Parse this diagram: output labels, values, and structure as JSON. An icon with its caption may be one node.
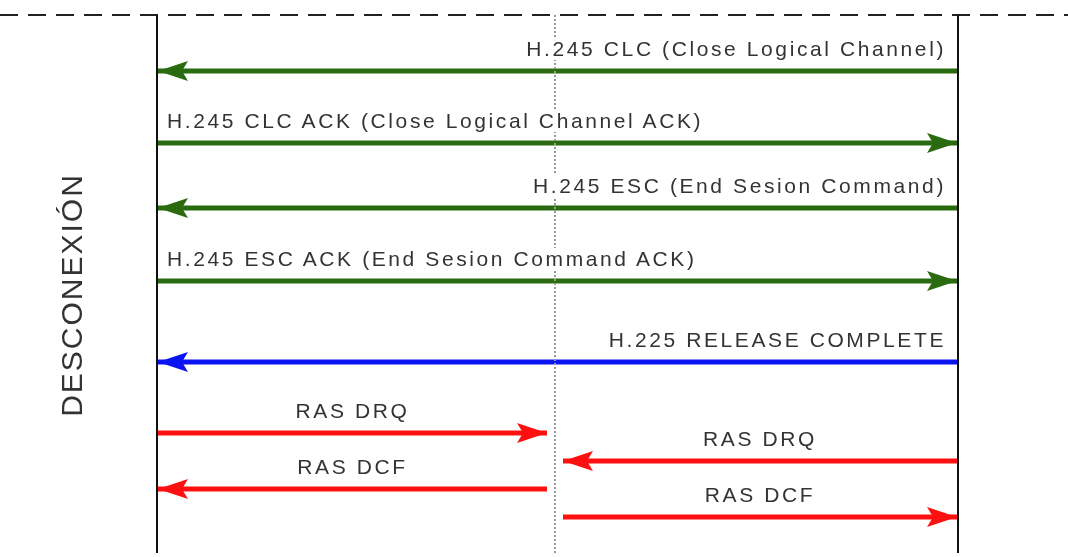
{
  "diagram": {
    "nodes": [
      {
        "text": [],
        "shape": "line"
      },
      {
        "text": [],
        "shape": "line"
      },
      {
        "text": [],
        "shape": "line"
      }
    ],
    "edges": [
      {
        "from": 2,
        "to": 0,
        "arrow": "to",
        "label": "H.245 CLC (Close Logical Channel)",
        "color": "#2a6b10"
      },
      {
        "from": 0,
        "to": 2,
        "arrow": "to",
        "label": "H.245 CLC ACK (Close Logical Channel ACK)",
        "color": "#2a6b10"
      },
      {
        "from": 2,
        "to": 0,
        "arrow": "to",
        "label": "H.245 ESC (End Sesion Command)",
        "color": "#2a6b10"
      },
      {
        "from": 0,
        "to": 2,
        "arrow": "to",
        "label": "H.245 ESC ACK (End Sesion Command ACK)",
        "color": "#2a6b10"
      },
      {
        "from": 2,
        "to": 0,
        "arrow": "to",
        "label": "H.225 RELEASE COMPLETE",
        "color": "#0a14f0"
      },
      {
        "from": 0,
        "to": 1,
        "arrow": "to",
        "label": "RAS DRQ",
        "color": "#ff1010"
      },
      {
        "from": 2,
        "to": 1,
        "arrow": "to",
        "label": "RAS DRQ",
        "color": "#ff1010"
      },
      {
        "from": 1,
        "to": 0,
        "arrow": "to",
        "label": "RAS DCF",
        "color": "#ff1010"
      },
      {
        "from": 1,
        "to": 2,
        "arrow": "to",
        "label": "RAS DCF",
        "color": "#ff1010"
      }
    ],
    "labels": [
      "DESCONEXIÓN"
    ]
  }
}
